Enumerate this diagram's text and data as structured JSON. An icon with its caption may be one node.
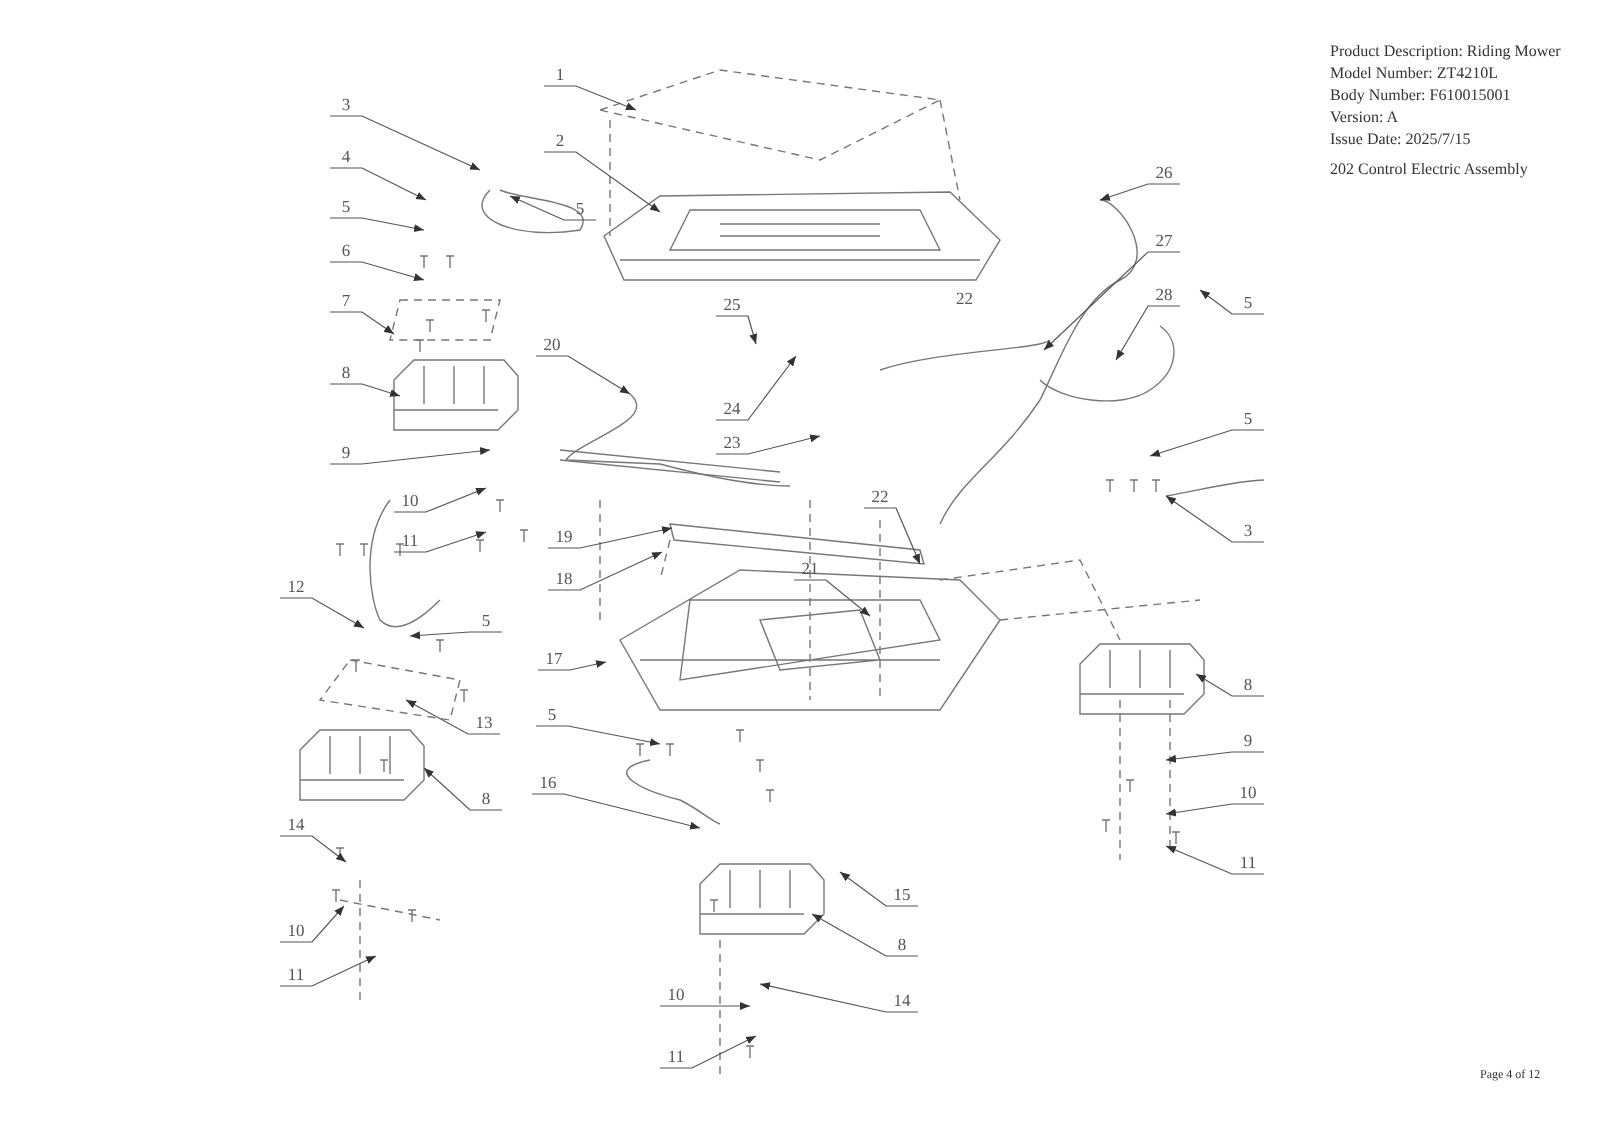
{
  "diagram": {
    "title": "202 Control Electric Assembly",
    "nodes": [
      {
        "text": [
          "1"
        ]
      },
      {
        "text": [
          "2"
        ]
      },
      {
        "text": [
          "3"
        ]
      },
      {
        "text": [
          "4"
        ]
      },
      {
        "text": [
          "5"
        ]
      },
      {
        "text": [
          "5"
        ]
      },
      {
        "text": [
          "6"
        ]
      },
      {
        "text": [
          "7"
        ]
      },
      {
        "text": [
          "8"
        ]
      },
      {
        "text": [
          "20"
        ]
      },
      {
        "text": [
          "25"
        ]
      },
      {
        "text": [
          "24"
        ]
      },
      {
        "text": [
          "23"
        ]
      },
      {
        "text": [
          "22"
        ]
      },
      {
        "text": [
          "26"
        ]
      },
      {
        "text": [
          "27"
        ]
      },
      {
        "text": [
          "28"
        ]
      },
      {
        "text": [
          "5"
        ]
      },
      {
        "text": [
          "5"
        ]
      },
      {
        "text": [
          "3"
        ]
      },
      {
        "text": [
          "9"
        ]
      },
      {
        "text": [
          "10"
        ]
      },
      {
        "text": [
          "11"
        ]
      },
      {
        "text": [
          "12"
        ]
      },
      {
        "text": [
          "5"
        ]
      },
      {
        "text": [
          "19"
        ]
      },
      {
        "text": [
          "18"
        ]
      },
      {
        "text": [
          "21"
        ]
      },
      {
        "text": [
          "17"
        ]
      },
      {
        "text": [
          "5"
        ]
      },
      {
        "text": [
          "13"
        ]
      },
      {
        "text": [
          "8"
        ]
      },
      {
        "text": [
          "16"
        ]
      },
      {
        "text": [
          "14"
        ]
      },
      {
        "text": [
          "10"
        ]
      },
      {
        "text": [
          "11"
        ]
      },
      {
        "text": [
          "15"
        ]
      },
      {
        "text": [
          "8"
        ]
      },
      {
        "text": [
          "10"
        ]
      },
      {
        "text": [
          "14"
        ]
      },
      {
        "text": [
          "11"
        ]
      },
      {
        "text": [
          "8"
        ]
      },
      {
        "text": [
          "9"
        ]
      },
      {
        "text": [
          "10"
        ]
      },
      {
        "text": [
          "11"
        ]
      }
    ],
    "edges": [
      {
        "from": 0,
        "to": null,
        "arrow": "to"
      },
      {
        "from": 1,
        "to": null,
        "arrow": "to"
      },
      {
        "from": 2,
        "to": null,
        "arrow": "to"
      },
      {
        "from": 3,
        "to": null,
        "arrow": "to"
      },
      {
        "from": 4,
        "to": null,
        "arrow": "to"
      },
      {
        "from": 5,
        "to": null,
        "arrow": "to"
      },
      {
        "from": 6,
        "to": null,
        "arrow": "to"
      },
      {
        "from": 7,
        "to": null,
        "arrow": "to"
      },
      {
        "from": 8,
        "to": null,
        "arrow": "to"
      },
      {
        "from": 9,
        "to": null,
        "arrow": "to"
      },
      {
        "from": 10,
        "to": null,
        "arrow": "to"
      },
      {
        "from": 11,
        "to": null,
        "arrow": "to"
      },
      {
        "from": 12,
        "to": null,
        "arrow": "to"
      },
      {
        "from": 13,
        "to": null,
        "arrow": "to"
      },
      {
        "from": 14,
        "to": null,
        "arrow": "to"
      },
      {
        "from": 15,
        "to": null,
        "arrow": "to"
      },
      {
        "from": 16,
        "to": null,
        "arrow": "to"
      },
      {
        "from": 17,
        "to": null,
        "arrow": "to"
      },
      {
        "from": 18,
        "to": null,
        "arrow": "to"
      },
      {
        "from": 19,
        "to": null,
        "arrow": "to"
      },
      {
        "from": 20,
        "to": null,
        "arrow": "to"
      },
      {
        "from": 21,
        "to": null,
        "arrow": "to"
      },
      {
        "from": 22,
        "to": null,
        "arrow": "to"
      },
      {
        "from": 23,
        "to": null,
        "arrow": "to"
      },
      {
        "from": 24,
        "to": null,
        "arrow": "to"
      },
      {
        "from": 25,
        "to": null,
        "arrow": "to"
      },
      {
        "from": 26,
        "to": null,
        "arrow": "to"
      },
      {
        "from": 27,
        "to": null,
        "arrow": "to"
      },
      {
        "from": 28,
        "to": null,
        "arrow": "to"
      },
      {
        "from": 29,
        "to": null,
        "arrow": "to"
      },
      {
        "from": 30,
        "to": null,
        "arrow": "to"
      },
      {
        "from": 31,
        "to": null,
        "arrow": "to"
      },
      {
        "from": 32,
        "to": null,
        "arrow": "to"
      },
      {
        "from": 33,
        "to": null,
        "arrow": "to"
      },
      {
        "from": 34,
        "to": null,
        "arrow": "to"
      },
      {
        "from": 35,
        "to": null,
        "arrow": "to"
      },
      {
        "from": 36,
        "to": null,
        "arrow": "to"
      },
      {
        "from": 37,
        "to": null,
        "arrow": "to"
      },
      {
        "from": 38,
        "to": null,
        "arrow": "to"
      },
      {
        "from": 39,
        "to": null,
        "arrow": "to"
      },
      {
        "from": 40,
        "to": null,
        "arrow": "to"
      },
      {
        "from": 41,
        "to": null,
        "arrow": "to"
      },
      {
        "from": 42,
        "to": null,
        "arrow": "to"
      },
      {
        "from": 43,
        "to": null,
        "arrow": "to"
      },
      {
        "from": 44,
        "to": null,
        "arrow": "to"
      }
    ],
    "labels": [
      "Product Description: Riding Mower",
      "Model Number: ZT4210L",
      "Body Number: F610015001",
      "Version: A",
      "Issue Date: 2025/7/15",
      "22",
      "Page 4 of 12"
    ]
  }
}
